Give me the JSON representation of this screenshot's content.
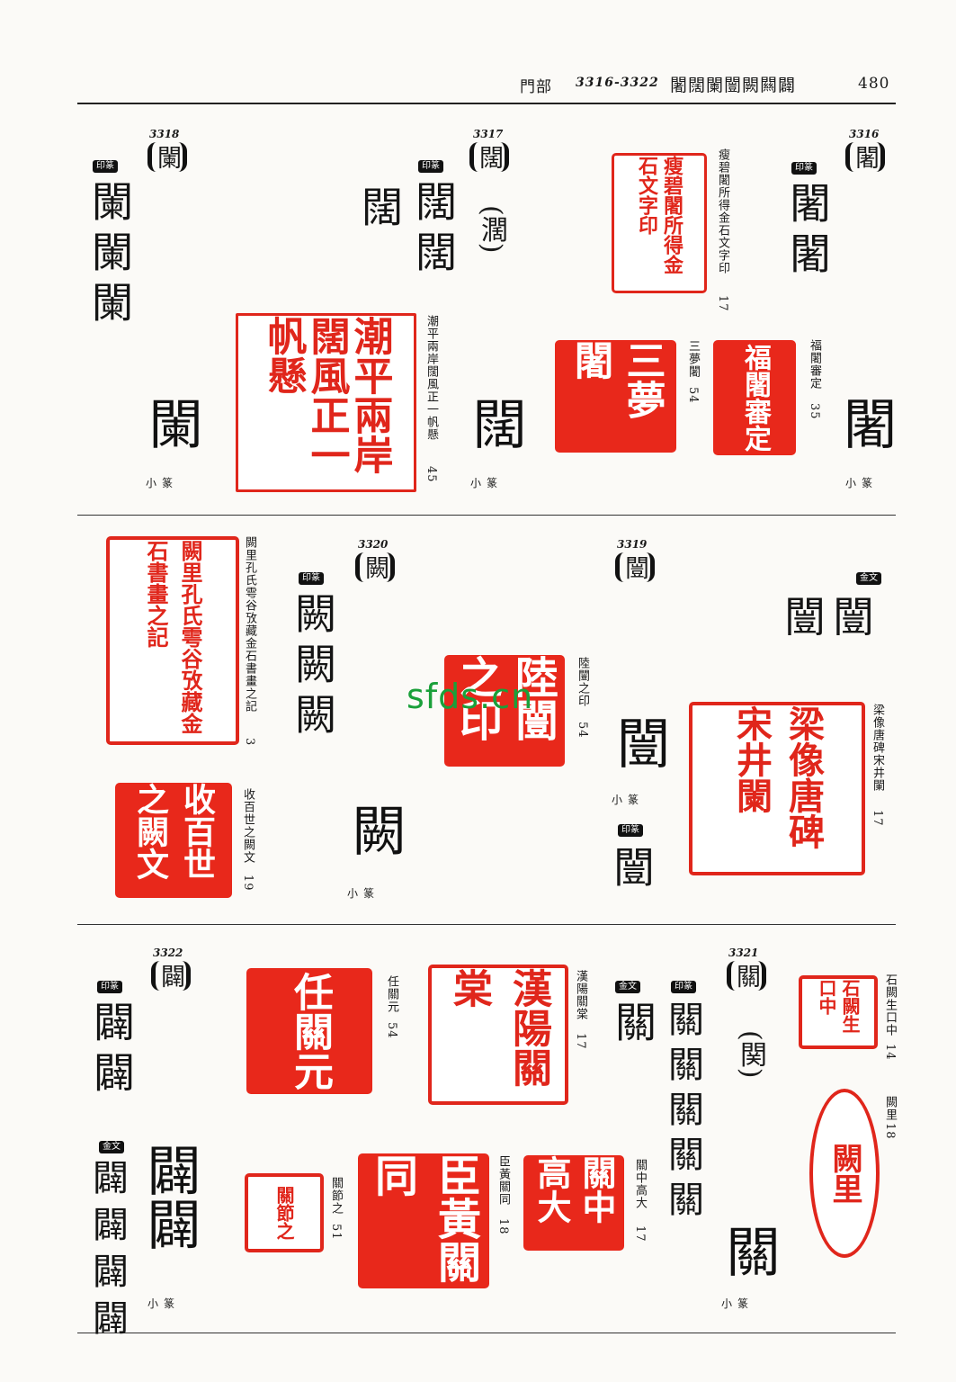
{
  "header": {
    "section": "門部",
    "range": "3316-3322",
    "chars": "闍闊闌闓闕闗闢",
    "page": "480"
  },
  "entries": [
    {
      "num": "3316",
      "char": "闍",
      "stamp_label": "印篆",
      "stamp_glyphs": "闍闍",
      "bottom_glyph": "闍",
      "bottom_script": "小篆",
      "seals": [
        {
          "glyphs": "瘦碧闍所得金石文字印",
          "caption_text": "瘦碧闍所得金石文字印",
          "caption_num": "17"
        },
        {
          "glyphs": "福闍審定",
          "caption_text": "福闍審定",
          "caption_num": "35"
        },
        {
          "glyphs": "三夢闍",
          "caption_text": "三夢闍",
          "caption_num": "54"
        }
      ]
    },
    {
      "num": "3317",
      "char": "闊",
      "alt": "(濶)",
      "stamp_label": "印篆",
      "stamp_glyphs": "闊闊",
      "extra_glyph": "闊",
      "bottom_glyph": "闊",
      "bottom_script": "小篆",
      "seals": [
        {
          "glyphs": "潮平兩岸闊風正一帆懸",
          "caption_text": "潮平兩岸闊風正一帆懸",
          "caption_num": "45"
        }
      ]
    },
    {
      "num": "3318",
      "char": "闌",
      "stamp_label": "印篆",
      "stamp_glyphs": "闌闌闌",
      "bottom_glyph": "闌",
      "bottom_script": "小篆"
    },
    {
      "num": "3319",
      "char": "闓",
      "jinwen_label": "金文",
      "jinwen_glyphs": "闓闓",
      "bottom_glyph": "闓",
      "bottom_script": "小篆",
      "stamp_label": "印篆",
      "stamp_glyphs": "闓",
      "seals": [
        {
          "glyphs": "梁像唐碑宋井闌",
          "caption_text": "梁像唐碑宋井闌",
          "caption_num": "17"
        },
        {
          "glyphs": "陸闓之印",
          "caption_text": "陸闓之印",
          "caption_num": "54"
        }
      ]
    },
    {
      "num": "3320",
      "char": "闕",
      "stamp_label": "印篆",
      "stamp_glyphs": "闕闕闕",
      "bottom_glyph": "闕",
      "bottom_script": "小篆",
      "seals": [
        {
          "glyphs": "闕里孔氏雩谷攷藏金石書畫之記",
          "caption_text": "闕里孔氏雩谷攷藏金石書畫之記",
          "caption_num": "3"
        },
        {
          "glyphs": "收百世之闕文",
          "caption_text": "收百世之闕文",
          "caption_num": "19"
        }
      ]
    },
    {
      "num": "3321",
      "char": "關",
      "alt": "(関)",
      "stamp_label": "印篆",
      "stamp_glyphs": "關關關關關",
      "jinwen_label": "金文",
      "jinwen_glyphs": "關",
      "bottom_glyph": "關",
      "bottom_script": "小篆",
      "seals": [
        {
          "glyphs": "石闕生口中",
          "caption_text": "石闕生口中",
          "caption_num": "14"
        },
        {
          "glyphs": "闕里",
          "caption_text": "闕里",
          "caption_num": "18"
        },
        {
          "glyphs": "漢陽關棠",
          "caption_text": "漢陽關棠",
          "caption_num": "17"
        },
        {
          "glyphs": "關中高大",
          "caption_text": "關中高大",
          "caption_num": "17"
        },
        {
          "glyphs": "任關元",
          "caption_text": "任關元",
          "caption_num": "54"
        },
        {
          "glyphs": "臣黃關同",
          "caption_text": "臣黃關同",
          "caption_num": "18"
        },
        {
          "glyphs": "關節之",
          "caption_text": "關節之",
          "caption_num": "51"
        }
      ]
    },
    {
      "num": "3322",
      "char": "闢",
      "stamp_label": "印篆",
      "stamp_glyphs": "闢闢",
      "jinwen_label": "金文",
      "jinwen_glyphs": "闢闢闢闢",
      "bottom_glyph": "闢闢",
      "bottom_script": "小篆"
    }
  ],
  "watermark": "sfds.cn",
  "colors": {
    "seal_red": "#e8281b",
    "ink": "#111111",
    "watermark_green": "#1aa03a"
  }
}
